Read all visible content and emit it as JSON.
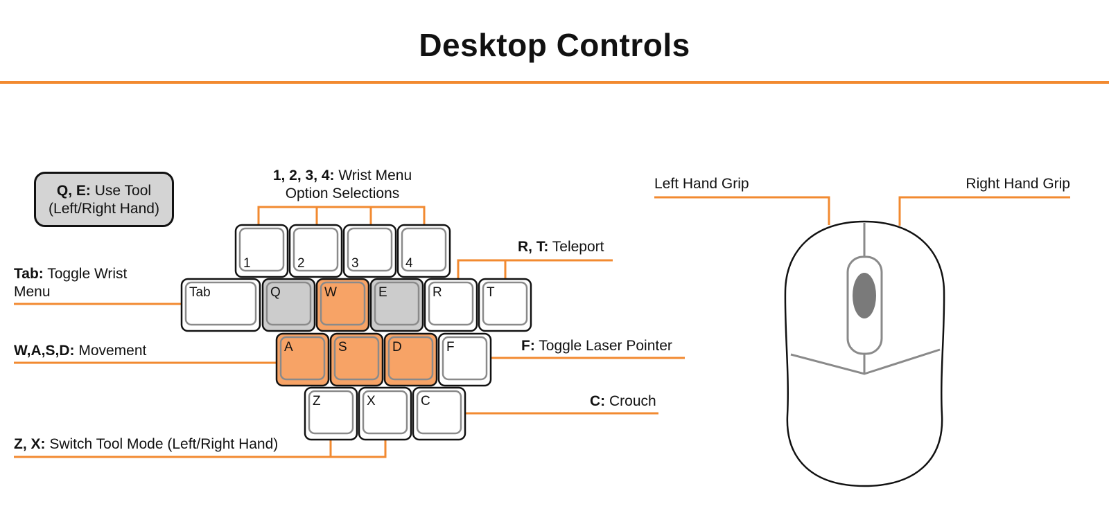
{
  "title": "Desktop Controls",
  "colors": {
    "accent": "#f28a30",
    "key_highlight": "#f7a366",
    "key_tool": "#cccccc",
    "key_default": "#ffffff"
  },
  "legend": {
    "bold": "Q, E:",
    "text": " Use Tool",
    "line2": "(Left/Right Hand)"
  },
  "annotations": {
    "numbers": {
      "bold": "1, 2, 3, 4:",
      "text": " Wrist Menu",
      "line2": "Option Selections"
    },
    "tab": {
      "bold": "Tab:",
      "text": " Toggle Wrist Menu"
    },
    "wasd": {
      "bold": "W,A,S,D:",
      "text": " Movement"
    },
    "zx": {
      "bold": "Z, X:",
      "text": " Switch Tool Mode (Left/Right Hand)"
    },
    "rt": {
      "bold": "R, T:",
      "text": " Teleport"
    },
    "f": {
      "bold": "F:",
      "text": " Toggle Laser Pointer"
    },
    "c": {
      "bold": "C:",
      "text": " Crouch"
    }
  },
  "mouse": {
    "left": "Left Hand Grip",
    "right": "Right Hand Grip"
  },
  "keys": [
    {
      "id": "1",
      "label": "1",
      "kind": "default"
    },
    {
      "id": "2",
      "label": "2",
      "kind": "default"
    },
    {
      "id": "3",
      "label": "3",
      "kind": "default"
    },
    {
      "id": "4",
      "label": "4",
      "kind": "default"
    },
    {
      "id": "tab",
      "label": "Tab",
      "kind": "default"
    },
    {
      "id": "q",
      "label": "Q",
      "kind": "tool"
    },
    {
      "id": "w",
      "label": "W",
      "kind": "highlight"
    },
    {
      "id": "e",
      "label": "E",
      "kind": "tool"
    },
    {
      "id": "r",
      "label": "R",
      "kind": "default"
    },
    {
      "id": "t",
      "label": "T",
      "kind": "default"
    },
    {
      "id": "a",
      "label": "A",
      "kind": "highlight"
    },
    {
      "id": "s",
      "label": "S",
      "kind": "highlight"
    },
    {
      "id": "d",
      "label": "D",
      "kind": "highlight"
    },
    {
      "id": "f",
      "label": "F",
      "kind": "default"
    },
    {
      "id": "z",
      "label": "Z",
      "kind": "default"
    },
    {
      "id": "x",
      "label": "X",
      "kind": "default"
    },
    {
      "id": "c",
      "label": "C",
      "kind": "default"
    }
  ]
}
